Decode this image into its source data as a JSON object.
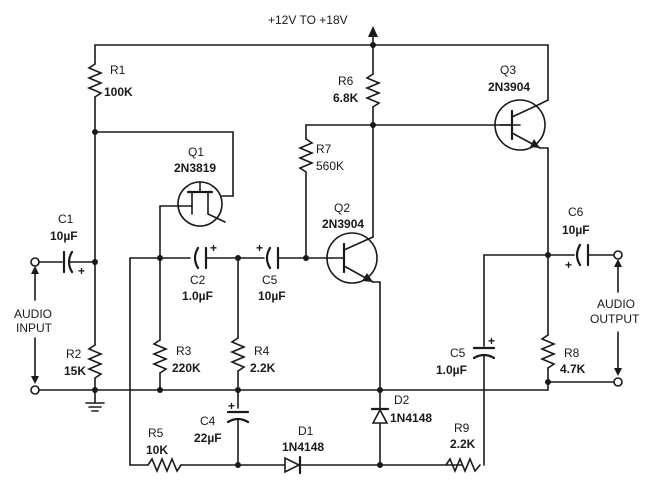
{
  "supply": {
    "label": "+12V TO +18V"
  },
  "input": {
    "line1": "AUDIO",
    "line2": "INPUT"
  },
  "output": {
    "line1": "AUDIO",
    "line2": "OUTPUT"
  },
  "resistors": {
    "r1": {
      "ref": "R1",
      "value": "100K"
    },
    "r2": {
      "ref": "R2",
      "value": "15K"
    },
    "r3": {
      "ref": "R3",
      "value": "220K"
    },
    "r4": {
      "ref": "R4",
      "value": "2.2K"
    },
    "r5": {
      "ref": "R5",
      "value": "10K"
    },
    "r6": {
      "ref": "R6",
      "value": "6.8K"
    },
    "r7": {
      "ref": "R7",
      "value": "560K"
    },
    "r8": {
      "ref": "R8",
      "value": "4.7K"
    },
    "r9": {
      "ref": "R9",
      "value": "2.2K"
    }
  },
  "capacitors": {
    "c1": {
      "ref": "C1",
      "value": "10µF"
    },
    "c2": {
      "ref": "C2",
      "value": "1.0µF"
    },
    "c4": {
      "ref": "C4",
      "value": "22µF"
    },
    "c5a": {
      "ref": "C5",
      "value": "10µF"
    },
    "c5b": {
      "ref": "C5",
      "value": "1.0µF"
    },
    "c6": {
      "ref": "C6",
      "value": "10µF"
    }
  },
  "transistors": {
    "q1": {
      "ref": "Q1",
      "part": "2N3819"
    },
    "q2": {
      "ref": "Q2",
      "part": "2N3904"
    },
    "q3": {
      "ref": "Q3",
      "part": "2N3904"
    }
  },
  "diodes": {
    "d1": {
      "ref": "D1",
      "part": "1N4148"
    },
    "d2": {
      "ref": "D2",
      "part": "1N4148"
    }
  },
  "polarity": {
    "plus": "+"
  }
}
